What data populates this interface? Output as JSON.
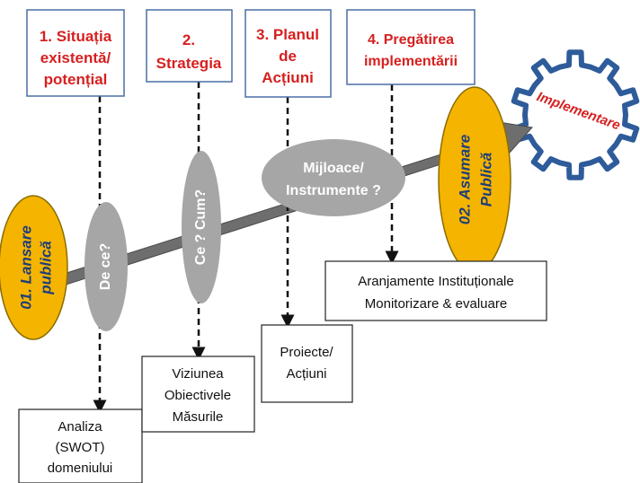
{
  "phases": [
    {
      "lines": [
        "1. Situația",
        "existentă/",
        "potențial"
      ]
    },
    {
      "lines": [
        "2.",
        "Strategia"
      ]
    },
    {
      "lines": [
        "3. Planul",
        "de",
        "Acțiuni"
      ]
    },
    {
      "lines": [
        "4. Pregătirea",
        "implementării"
      ]
    }
  ],
  "questions": {
    "q1": "De ce?",
    "q2": "Ce ? Cum?",
    "q3": [
      "Mijloace/",
      "Instrumente ?"
    ]
  },
  "milestones": {
    "start": [
      "01. Lansare",
      "publică"
    ],
    "end": [
      "02. Asumare",
      "Publică"
    ]
  },
  "gear_label": "Implementare",
  "outputs": {
    "analysis": [
      "Analiza",
      "(SWOT)",
      "domeniului"
    ],
    "vision": [
      "Viziunea",
      "Obiectivele",
      "Măsurile"
    ],
    "projects": [
      "Proiecte/",
      "Acțiuni"
    ],
    "arrangements": [
      "Aranjamente Instituționale",
      "Monitorizare & evaluare"
    ]
  },
  "colors": {
    "phase_text": "#d62020",
    "arrow": "#6e6e6e",
    "ellipse": "#a6a6a6",
    "milestone_fill": "#f5b400",
    "gear_stroke": "#2e5c9a",
    "box_border": "#4a6fa5"
  }
}
